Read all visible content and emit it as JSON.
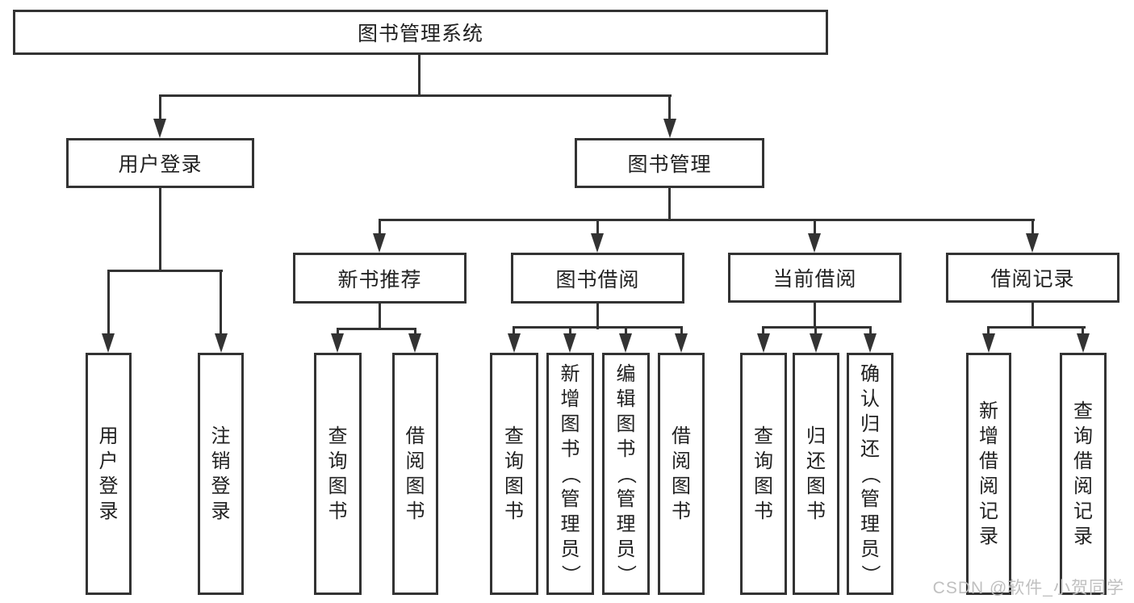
{
  "diagram": {
    "root": {
      "label": "图书管理系统"
    },
    "branches": [
      {
        "label": "用户登录",
        "children": [
          {
            "label": "用户登录"
          },
          {
            "label": "注销登录"
          }
        ]
      },
      {
        "label": "图书管理",
        "children": [
          {
            "label": "新书推荐",
            "children": [
              {
                "label": "查询图书"
              },
              {
                "label": "借阅图书"
              }
            ]
          },
          {
            "label": "图书借阅",
            "children": [
              {
                "label": "查询图书"
              },
              {
                "label": "新增图书（管理员）"
              },
              {
                "label": "编辑图书（管理员）"
              },
              {
                "label": "借阅图书"
              }
            ]
          },
          {
            "label": "当前借阅",
            "children": [
              {
                "label": "查询图书"
              },
              {
                "label": "归还图书"
              },
              {
                "label": "确认归还（管理员）"
              }
            ]
          },
          {
            "label": "借阅记录",
            "children": [
              {
                "label": "新增借阅记录"
              },
              {
                "label": "查询借阅记录"
              }
            ]
          }
        ]
      }
    ],
    "watermark": "CSDN @软件_小贺同学",
    "colors": {
      "line": "#333333",
      "text": "#212121",
      "background": "#ffffff",
      "watermark": "#c0c0c0"
    }
  }
}
